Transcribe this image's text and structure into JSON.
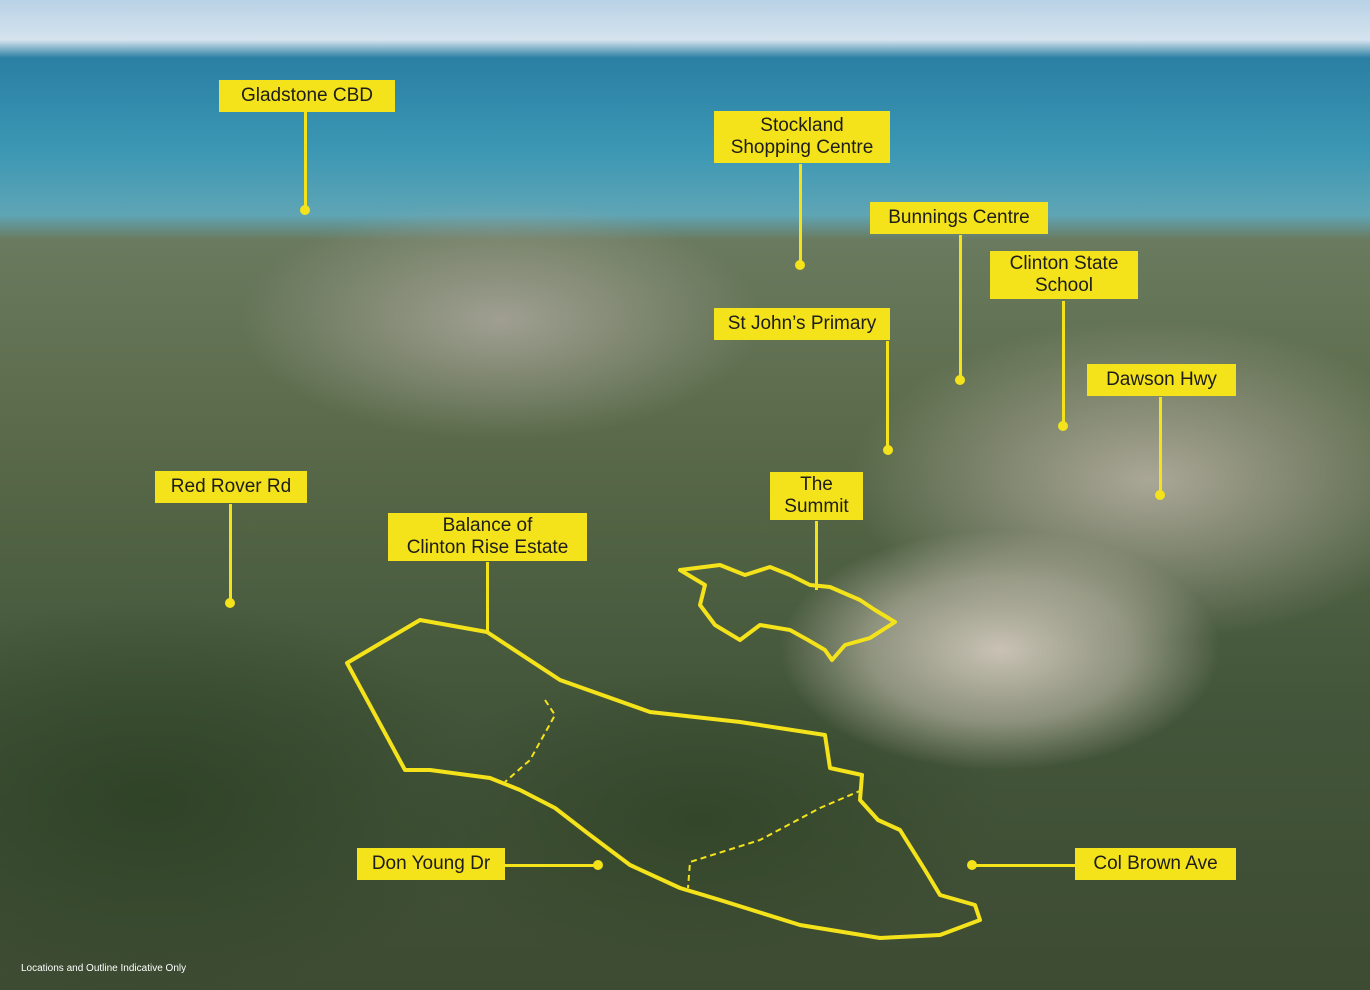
{
  "labels": {
    "gladstone_cbd": "Gladstone CBD",
    "stockland_1": "Stockland",
    "stockland_2": "Shopping Centre",
    "bunnings": "Bunnings Centre",
    "clinton_school_1": "Clinton State",
    "clinton_school_2": "School",
    "st_johns": "St John’s Primary",
    "dawson_hwy": "Dawson Hwy",
    "red_rover": "Red Rover Rd",
    "balance_1": "Balance of",
    "balance_2": "Clinton Rise Estate",
    "summit_1": "The",
    "summit_2": "Summit",
    "don_young": "Don Young Dr",
    "col_brown": "Col Brown Ave"
  },
  "caption": "Locations and Outline Indicative Only",
  "colors": {
    "label": "#f4e21b",
    "outline": "#f4e21b"
  }
}
